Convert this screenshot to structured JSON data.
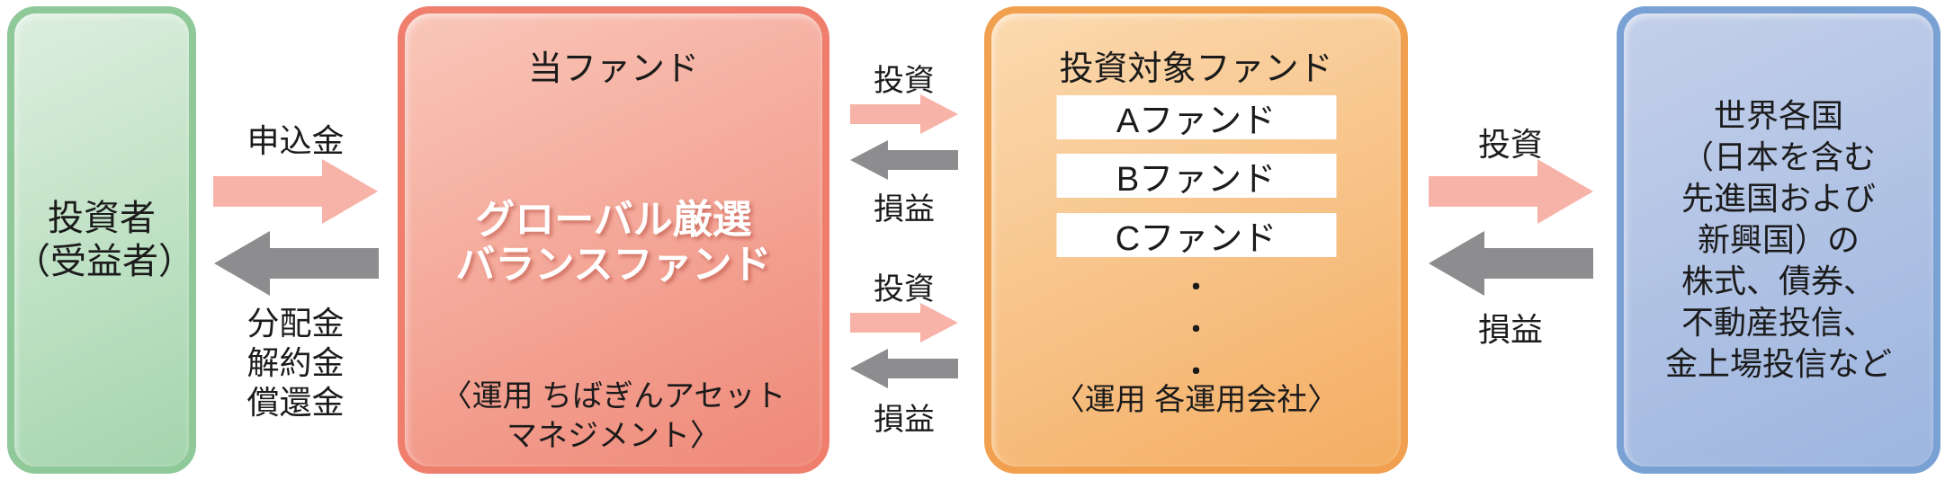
{
  "investor_box": {
    "lines": [
      "投資者",
      "（受益者）"
    ]
  },
  "fund_box": {
    "title": "当ファンド",
    "name_lines": [
      "グローバル厳選",
      "バランスファンド"
    ],
    "manager_lines": [
      "〈運用 ちばぎんアセット",
      "マネジメント〉"
    ]
  },
  "target_box": {
    "title": "投資対象ファンド",
    "funds": [
      "Aファンド",
      "Bファンド",
      "Cファンド"
    ],
    "dots": [
      "・",
      "・",
      "・"
    ],
    "manager": "〈運用 各運用会社〉"
  },
  "assets_box": {
    "lines": [
      "世界各国",
      "（日本を含む",
      "先進国および",
      "新興国）の",
      "株式、債券、",
      "不動産投信、",
      "金上場投信など"
    ]
  },
  "flow_investor_fund": {
    "invest_label": "申込金",
    "return_lines": [
      "分配金",
      "解約金",
      "償還金"
    ]
  },
  "flow_fund_target_upper": {
    "invest_label": "投資",
    "return_label": "損益"
  },
  "flow_fund_target_lower": {
    "invest_label": "投資",
    "return_label": "損益"
  },
  "flow_target_assets": {
    "invest_label": "投資",
    "return_label": "損益"
  },
  "colors": {
    "pink_arrow": "#f8b3a9",
    "gray_arrow": "#8d8d8f",
    "green_border": "#8fc899",
    "green_fill_light": "#ddeede",
    "green_fill_dark": "#a4d5ad",
    "red_border": "#ef7e6d",
    "red_fill_light": "#f9c7b9",
    "red_fill_dark": "#ef8878",
    "orange_border": "#f1a04f",
    "orange_fill_light": "#fbdab0",
    "orange_fill_dark": "#f4ad62",
    "blue_border": "#7aa1d3",
    "blue_fill_light": "#c4d0ea",
    "blue_fill_dark": "#9db5df",
    "bar_bg": "#ffffff",
    "text": "#1b1b1b",
    "fund_name_text": "#ffffff"
  }
}
